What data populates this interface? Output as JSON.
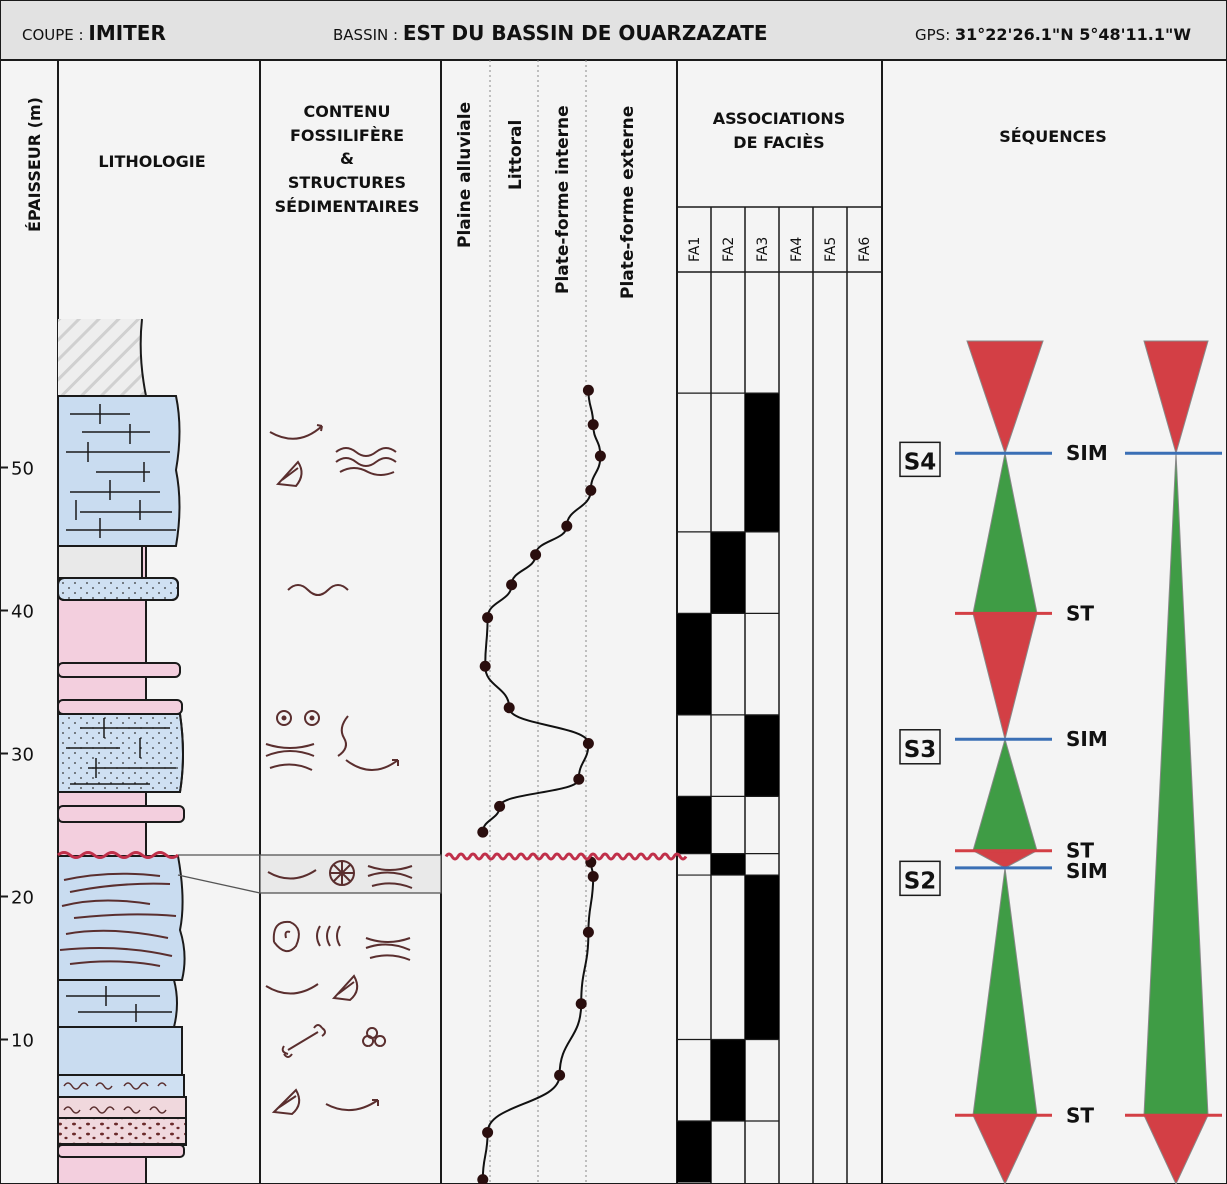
{
  "header": {
    "coupe_prefix": "COUPE : ",
    "coupe_value": "IMITER",
    "bassin_prefix": "BASSIN : ",
    "bassin_value": "EST DU BASSIN DE OUARZAZATE",
    "gps_prefix": "GPS: ",
    "gps_value": "31°22'26.1\"N 5°48'11.1\"W"
  },
  "columns": {
    "epaisseur": "ÉPAISSEUR (m)",
    "lithologie": "LITHOLOGIE",
    "contenu": [
      "CONTENU",
      "FOSSILIFÈRE",
      "&",
      "STRUCTURES",
      "SÉDIMENTAIRES"
    ],
    "environments": [
      "Plaine alluviale",
      "Littoral",
      "Plate-forme interne",
      "Plate-forme externe"
    ],
    "associations": [
      "ASSOCIATIONS",
      "DE FACIÈS"
    ],
    "facies": [
      "FA1",
      "FA2",
      "FA3",
      "FA4",
      "FA5",
      "FA6"
    ],
    "sequences": "SÉQUENCES"
  },
  "thickness_ticks": [
    {
      "value": 10,
      "label": "10"
    },
    {
      "value": 20,
      "label": "20"
    },
    {
      "value": 30,
      "label": "30"
    },
    {
      "value": 40,
      "label": "40"
    },
    {
      "value": 50,
      "label": "50"
    }
  ],
  "environment_curve": [
    {
      "thickness": 0.2,
      "env": 0.35
    },
    {
      "thickness": 3.5,
      "env": 0.45
    },
    {
      "thickness": 7.5,
      "env": 1.95
    },
    {
      "thickness": 12.5,
      "env": 2.4
    },
    {
      "thickness": 17.5,
      "env": 2.55
    },
    {
      "thickness": 21.4,
      "env": 2.65
    },
    {
      "thickness": 22.4,
      "env": 2.6
    },
    {
      "thickness": 24.5,
      "env": 0.35
    },
    {
      "thickness": 26.3,
      "env": 0.7
    },
    {
      "thickness": 28.2,
      "env": 2.35
    },
    {
      "thickness": 30.7,
      "env": 2.55
    },
    {
      "thickness": 33.2,
      "env": 0.9
    },
    {
      "thickness": 36.1,
      "env": 0.4
    },
    {
      "thickness": 39.5,
      "env": 0.45
    },
    {
      "thickness": 41.8,
      "env": 0.95
    },
    {
      "thickness": 43.9,
      "env": 1.45
    },
    {
      "thickness": 45.9,
      "env": 2.1
    },
    {
      "thickness": 48.4,
      "env": 2.6
    },
    {
      "thickness": 50.8,
      "env": 2.8
    },
    {
      "thickness": 53.0,
      "env": 2.65
    },
    {
      "thickness": 55.4,
      "env": 2.55
    }
  ],
  "unconformity_thickness": 22.8,
  "facies_blocks": [
    {
      "fa": 1,
      "from": 0,
      "to": 4.3
    },
    {
      "fa": 2,
      "from": 4.3,
      "to": 10.0
    },
    {
      "fa": 3,
      "from": 10.0,
      "to": 21.5
    },
    {
      "fa": 2,
      "from": 21.5,
      "to": 23.0
    },
    {
      "fa": 1,
      "from": 23.0,
      "to": 27.0
    },
    {
      "fa": 3,
      "from": 27.0,
      "to": 32.7
    },
    {
      "fa": 1,
      "from": 32.7,
      "to": 39.8
    },
    {
      "fa": 2,
      "from": 39.8,
      "to": 45.5
    },
    {
      "fa": 3,
      "from": 45.5,
      "to": 55.2
    }
  ],
  "sequence_labels": [
    {
      "label": "S4",
      "thickness": 50.5
    },
    {
      "label": "S3",
      "thickness": 30.4
    },
    {
      "label": "S2",
      "thickness": 21.2
    }
  ],
  "sequence_surfaces": [
    {
      "type": "SIM",
      "thickness": 51.0,
      "color": "#3a6fb5",
      "label": "SIM"
    },
    {
      "type": "ST",
      "thickness": 39.8,
      "color": "#d33f45",
      "label": "ST"
    },
    {
      "type": "SIM",
      "thickness": 31.0,
      "color": "#3a6fb5",
      "label": "SIM"
    },
    {
      "type": "ST",
      "thickness": 23.2,
      "color": "#d33f45",
      "label": "ST"
    },
    {
      "type": "SIM",
      "thickness": 22.0,
      "color": "#3a6fb5",
      "label": "SIM"
    },
    {
      "type": "ST",
      "thickness": 4.7,
      "color": "#d33f45",
      "label": "ST"
    }
  ],
  "colors": {
    "background": "#f4f4f4",
    "header": "#e2e2e2",
    "limestone": "#c9dcf0",
    "mudstone": "#f3cfde",
    "sandstone": "#cfe0f2",
    "shale": "#e9e9e9",
    "regressive": "#d33f45",
    "transgressive": "#3f9c45",
    "ink": "#1a1a1a",
    "fossil_ink": "#5a2e2e",
    "unconformity": "#c0304a"
  }
}
